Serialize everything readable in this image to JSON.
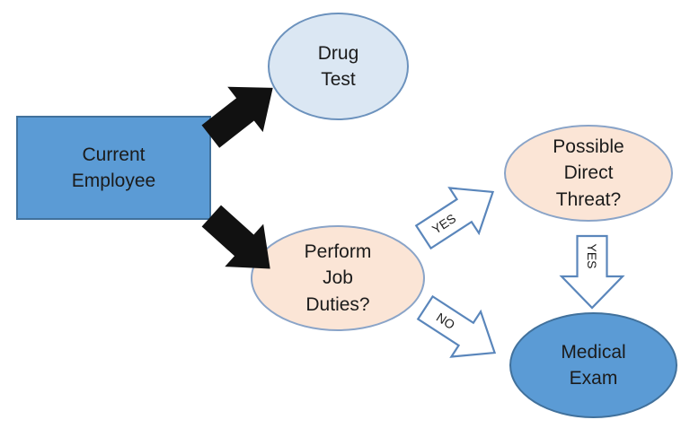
{
  "diagram": {
    "type": "flowchart",
    "background": "#ffffff",
    "nodes": {
      "current_employee": {
        "label": "Current\nEmployee",
        "shape": "rectangle",
        "fill": "#5b9bd5",
        "border": "#41719c"
      },
      "drug_test": {
        "label": "Drug\nTest",
        "shape": "ellipse",
        "fill": "#dbe7f3",
        "border": "#6c92bd"
      },
      "perform_job_duties": {
        "label": "Perform\nJob\nDuties?",
        "shape": "ellipse",
        "fill": "#fbe5d6",
        "border": "#8aa4c8"
      },
      "possible_direct_threat": {
        "label": "Possible\nDirect\nThreat?",
        "shape": "ellipse",
        "fill": "#fbe5d6",
        "border": "#8aa4c8"
      },
      "medical_exam": {
        "label": "Medical\nExam",
        "shape": "ellipse",
        "fill": "#5b9bd5",
        "border": "#41719c"
      }
    },
    "connectors": {
      "employee_to_drug_test": {
        "label": "",
        "style": "solid-black-block-arrow",
        "direction": "up-right",
        "from": "current_employee",
        "to": "drug_test"
      },
      "employee_to_job_duties": {
        "label": "",
        "style": "solid-black-block-arrow",
        "direction": "down-right",
        "from": "current_employee",
        "to": "perform_job_duties"
      },
      "job_duties_yes": {
        "label": "YES",
        "style": "outlined-white-block-arrow",
        "direction": "up-right",
        "from": "perform_job_duties",
        "to": "possible_direct_threat"
      },
      "job_duties_no": {
        "label": "NO",
        "style": "outlined-white-block-arrow",
        "direction": "down-right",
        "from": "perform_job_duties",
        "to": "medical_exam"
      },
      "threat_yes": {
        "label": "YES",
        "style": "outlined-white-block-arrow",
        "direction": "down",
        "from": "possible_direct_threat",
        "to": "medical_exam"
      }
    },
    "colors": {
      "node_blue": "#5b9bd5",
      "node_light_blue": "#dbe7f3",
      "node_peach": "#fbe5d6",
      "arrow_black": "#111111",
      "arrow_outline_blue": "#5a86bb",
      "text": "#1b1b1b"
    }
  }
}
